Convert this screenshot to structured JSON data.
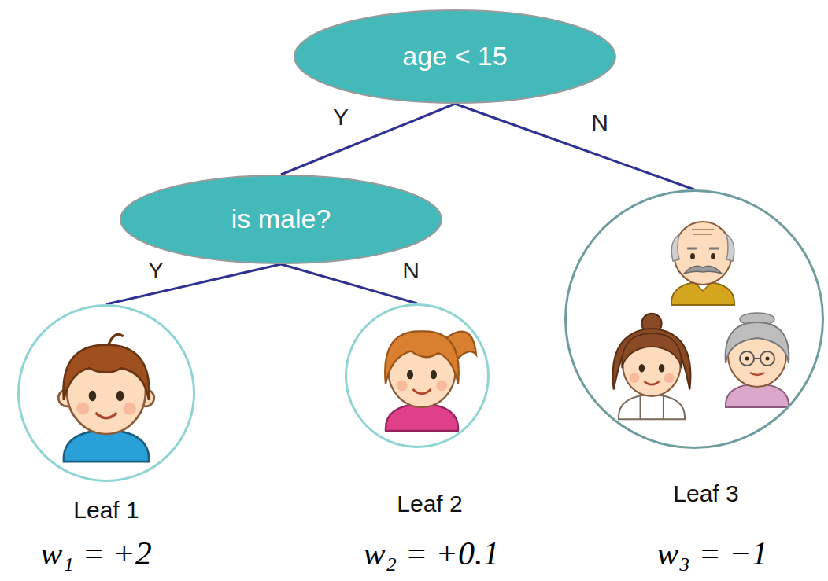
{
  "diagram": {
    "nodes": [
      {
        "text": [
          "age < 15"
        ]
      },
      {
        "text": [
          "is male?"
        ]
      },
      {
        "text": [
          "Leaf 1",
          "w₁ = +2"
        ]
      },
      {
        "text": [
          "Leaf 2",
          "w₂ = +0.1"
        ]
      },
      {
        "text": [
          "Leaf 3",
          "w₃ = −1"
        ]
      }
    ],
    "edges": [
      {
        "from": 0,
        "to": 1,
        "label": "Y",
        "arrow": "none"
      },
      {
        "from": 0,
        "to": 4,
        "label": "N",
        "arrow": "none"
      },
      {
        "from": 1,
        "to": 2,
        "label": "Y",
        "arrow": "none"
      },
      {
        "from": 1,
        "to": 3,
        "label": "N",
        "arrow": "none"
      }
    ]
  }
}
